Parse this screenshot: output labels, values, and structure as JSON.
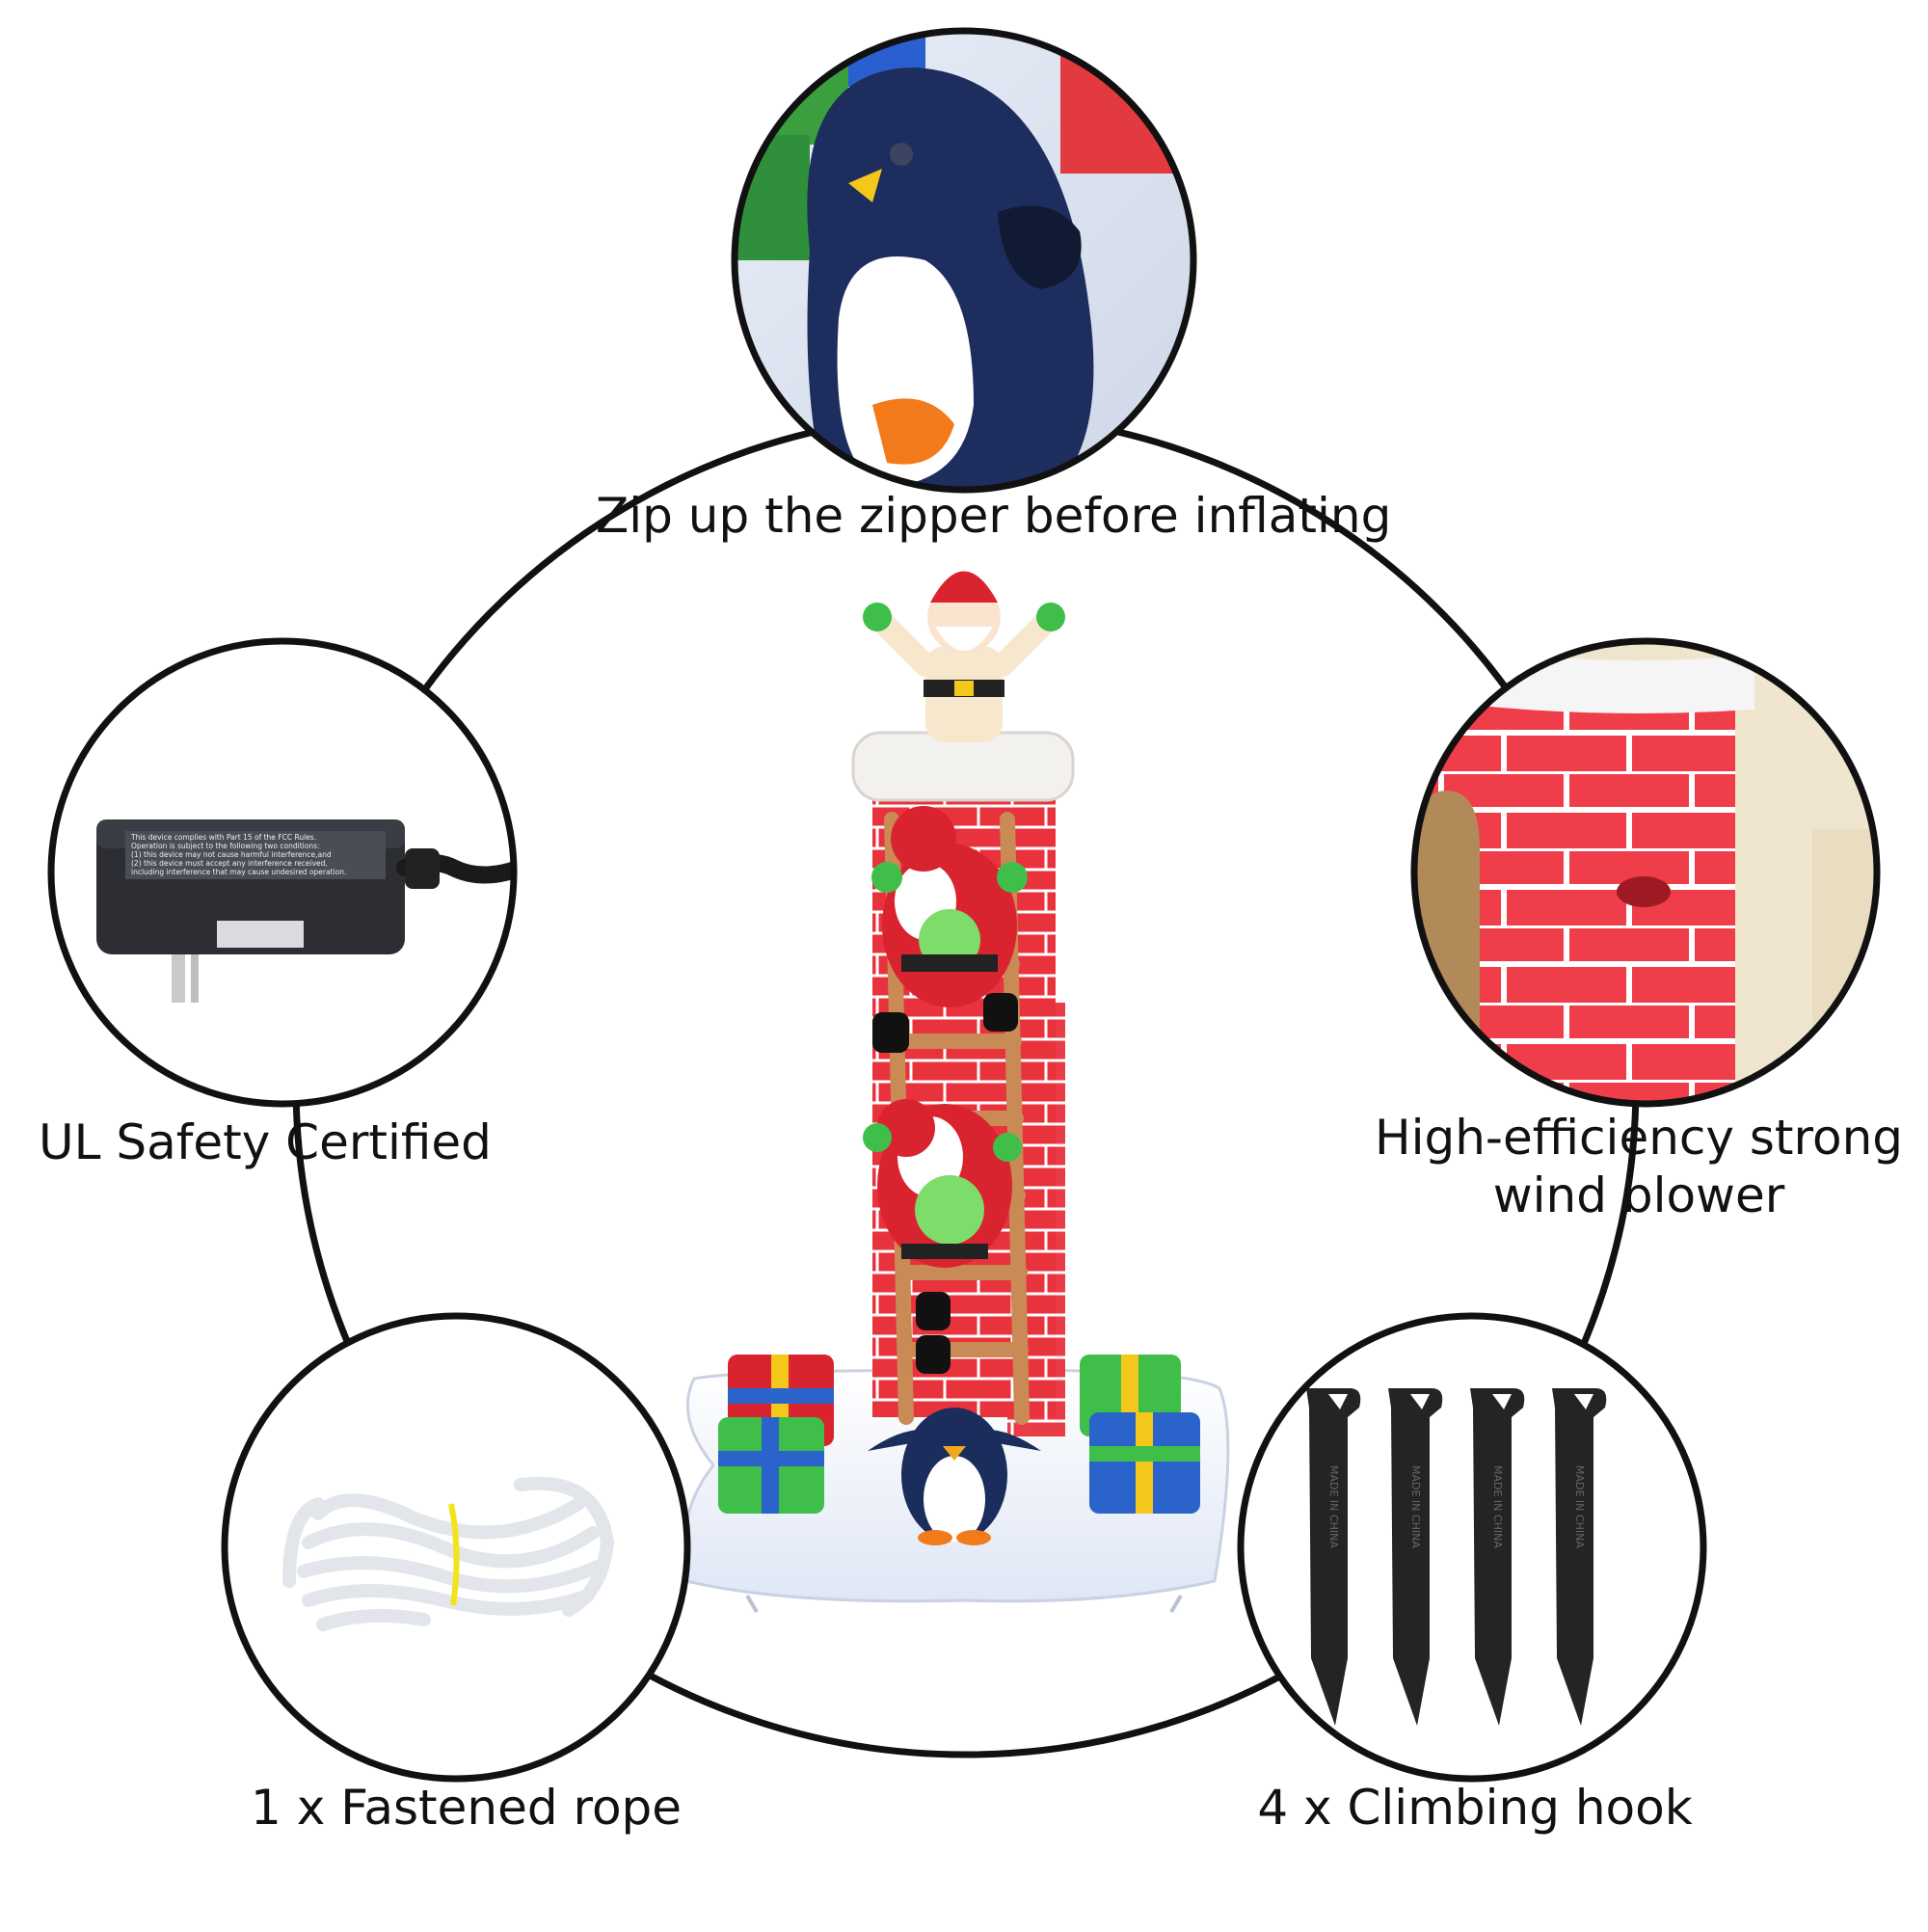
{
  "captions": {
    "zipper": "Zip up the zipper before inflating",
    "adapter": "UL Safety Certified",
    "blower_line1": "High-efficiency strong",
    "blower_line2": "wind blower",
    "rope": "1 x Fastened rope",
    "hooks": "4 x Climbing hook"
  },
  "adapter_label": {
    "line1": "This device complies with Part 15 of the FCC Rules.",
    "line2": "Operation is subject to the following two conditions:",
    "line3": "(1) this device may not cause harmful interference,and",
    "line4": "(2) this device must accept any interference received,",
    "line5": "including interference that may cause undesired operation."
  },
  "hook_stamp": "MADE IN CHINA",
  "colors": {
    "outline": "#111111",
    "chimney_red": "#e8323c",
    "snow_white": "#f4f6fb",
    "santa_red": "#d9232e",
    "gift_green": "#3fbf4a",
    "gift_blue": "#2a63c9",
    "ribbon_yellow": "#f3c81a",
    "ladder_tan": "#c98a55",
    "penguin_navy": "#1b2d5c"
  }
}
